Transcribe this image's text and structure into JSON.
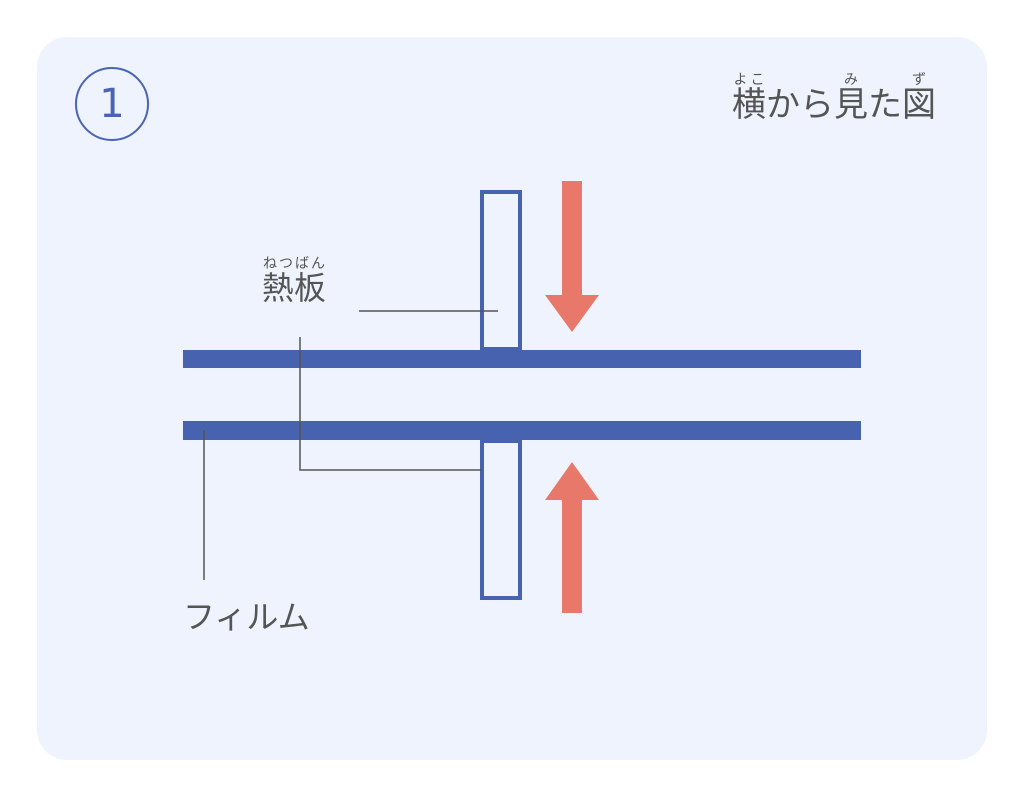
{
  "step_number": "1",
  "title": {
    "parts": [
      {
        "text": "横",
        "ruby": "よこ"
      },
      {
        "text": "から"
      },
      {
        "text": "見",
        "ruby": "み"
      },
      {
        "text": "た"
      },
      {
        "text": "図",
        "ruby": "ず"
      }
    ]
  },
  "labels": {
    "hot_plate": {
      "text": "熱板",
      "ruby": "ねつばん"
    },
    "film": "フィルム"
  },
  "colors": {
    "background": "#eef3fd",
    "film": "#4763b0",
    "arrow": "#e8796a",
    "leader": "#555555"
  }
}
